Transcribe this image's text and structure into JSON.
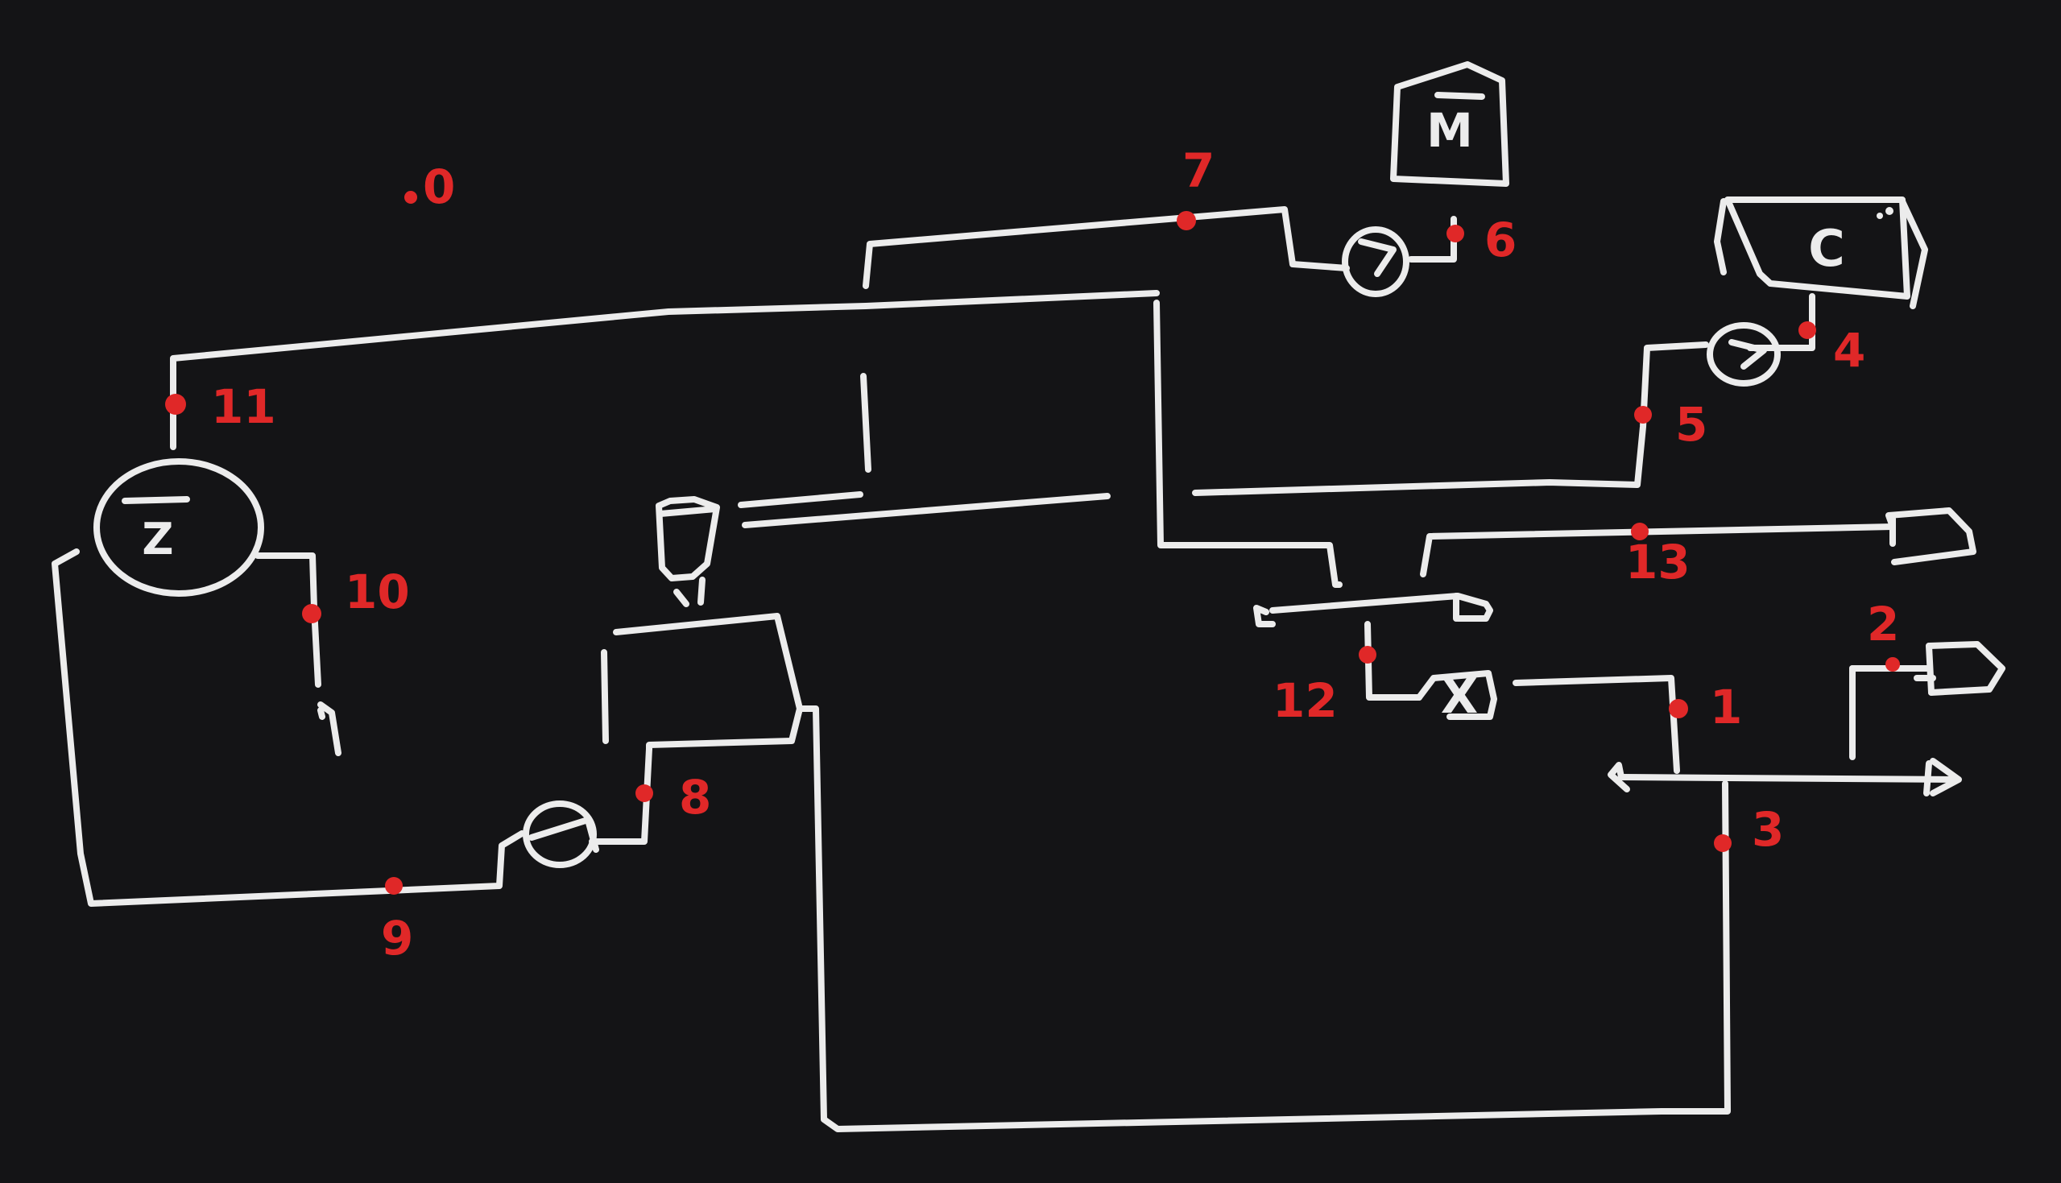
{
  "diagram": {
    "background": "#141416",
    "stroke_color": "#ececec",
    "marker_color": "#e02828",
    "node_labels": [
      "0",
      "1",
      "2",
      "3",
      "4",
      "5",
      "6",
      "7",
      "8",
      "9",
      "10",
      "11",
      "12",
      "13"
    ],
    "component_glyphs": {
      "m_box": "M",
      "c_box": "C",
      "circle_z": "Z",
      "x_box": "X"
    }
  }
}
